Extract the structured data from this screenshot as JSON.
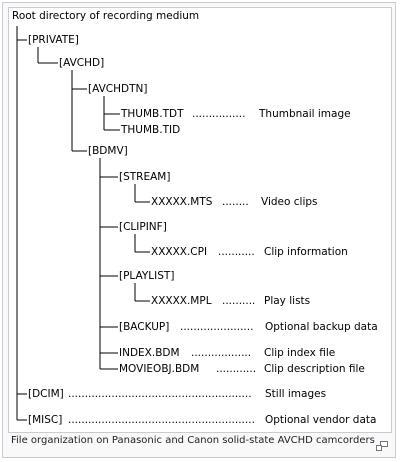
{
  "diagram": {
    "root": "Root directory of recording medium",
    "nodes": {
      "private": "[PRIVATE]",
      "avchd": "[AVCHD]",
      "avchdtn": "[AVCHDTN]",
      "thumb_tdt": "THUMB.TDT",
      "thumb_tdt_dots": "................",
      "thumb_tdt_desc": "Thumbnail image",
      "thumb_tid": "THUMB.TID",
      "bdmv": "[BDMV]",
      "stream": "[STREAM]",
      "mts": "XXXXX.MTS",
      "mts_dots": "........",
      "mts_desc": "Video clips",
      "clipinf": "[CLIPINF]",
      "cpi": "XXXXX.CPI",
      "cpi_dots": "...........",
      "cpi_desc": "Clip information",
      "playlist": "[PLAYLIST]",
      "mpl": "XXXXX.MPL",
      "mpl_dots": "..........",
      "mpl_desc": "Play lists",
      "backup": "[BACKUP]",
      "backup_dots": "......................",
      "backup_desc": "Optional backup data",
      "index": "INDEX.BDM",
      "index_dots": "..................",
      "index_desc": "Clip index file",
      "movieobj": "MOVIEOBJ.BDM",
      "movieobj_dots": "............",
      "movieobj_desc": "Clip description file",
      "dcim": "[DCIM]",
      "dcim_dots": ".......................................................",
      "dcim_desc": "Still images",
      "misc": "[MISC]",
      "misc_dots": "........................................................",
      "misc_desc": "Optional vendor data"
    }
  },
  "caption": "File organization on Panasonic and Canon solid-state AVCHD camcorders",
  "icons": {
    "enlarge": "magnify-icon"
  }
}
